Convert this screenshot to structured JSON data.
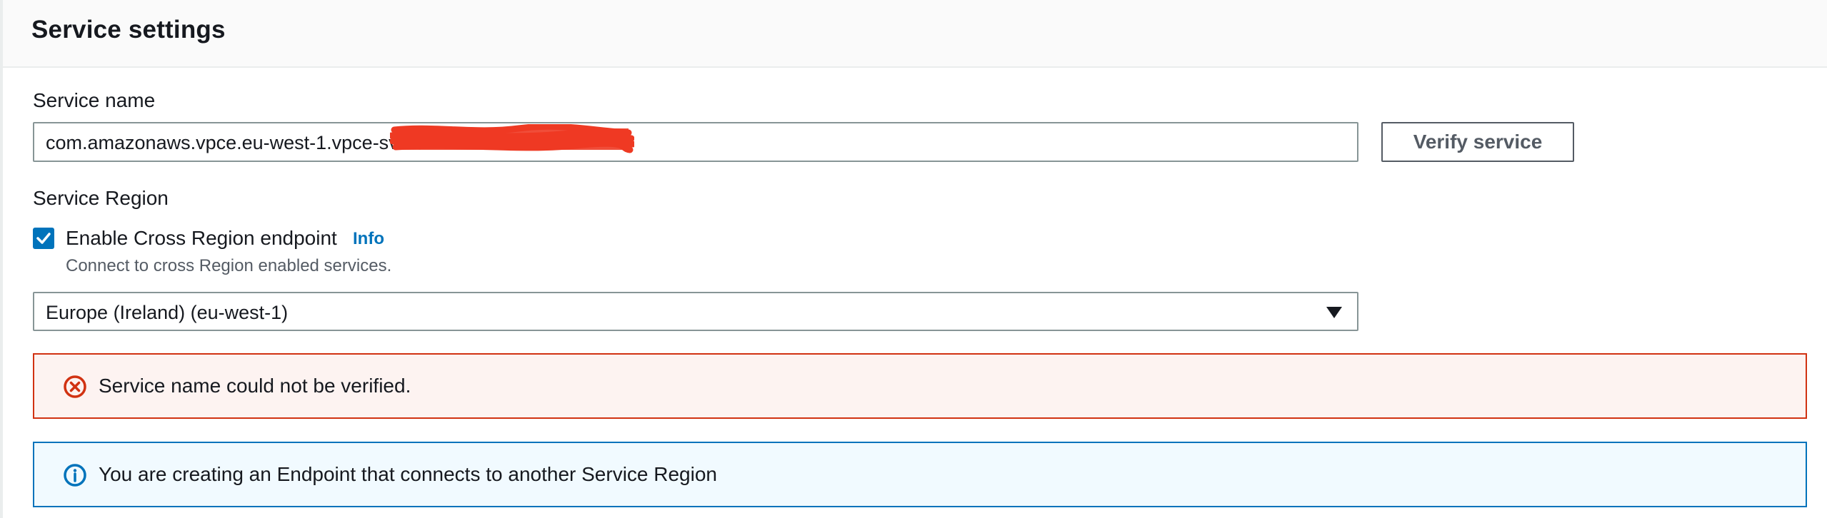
{
  "panel": {
    "title": "Service settings"
  },
  "service_name": {
    "label": "Service name",
    "value": "com.amazonaws.vpce.eu-west-1.vpce-svc-0",
    "verify_button": "Verify service"
  },
  "service_region": {
    "label": "Service Region",
    "cross_region_checkbox": {
      "label": "Enable Cross Region endpoint",
      "checked": true,
      "info_link": "Info",
      "description": "Connect to cross Region enabled services."
    },
    "region_select": {
      "selected": "Europe (Ireland) (eu-west-1)"
    }
  },
  "alerts": {
    "error": {
      "icon": "error-circle-icon",
      "message": "Service name could not be verified.",
      "color": "#d13212"
    },
    "info": {
      "icon": "info-circle-icon",
      "message": "You are creating an Endpoint that connects to another Service Region",
      "color": "#0073bb"
    }
  },
  "colors": {
    "accent": "#0073bb",
    "error": "#d13212",
    "redaction": "#ee3a23"
  }
}
